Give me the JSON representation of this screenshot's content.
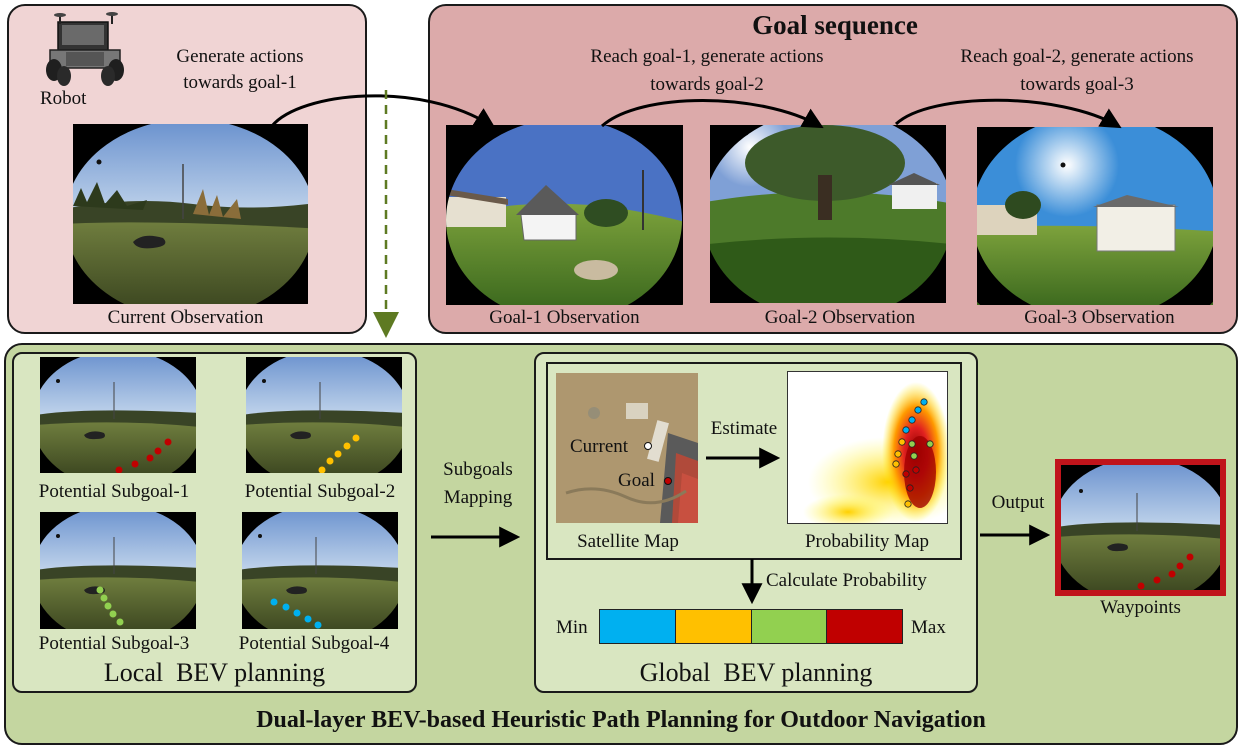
{
  "top_left": {
    "robot_label": "Robot",
    "generate_line1": "Generate actions",
    "generate_line2": "towards goal-1",
    "current_observation": "Current Observation"
  },
  "goal_sequence": {
    "title": "Goal sequence",
    "reach1_line1": "Reach goal-1, generate actions",
    "reach1_line2": "towards goal-2",
    "reach2_line1": "Reach goal-2, generate actions",
    "reach2_line2": "towards goal-3",
    "goal1_obs": "Goal-1 Observation",
    "goal2_obs": "Goal-2 Observation",
    "goal3_obs": "Goal-3 Observation"
  },
  "local": {
    "sub1": "Potential Subgoal-1",
    "sub2": "Potential Subgoal-2",
    "sub3": "Potential Subgoal-3",
    "sub4": "Potential Subgoal-4",
    "title": "Local  BEV planning"
  },
  "mapping": {
    "line1": "Subgoals",
    "line2": "Mapping"
  },
  "global": {
    "current": "Current",
    "goal": "Goal",
    "estimate": "Estimate",
    "satellite": "Satellite Map",
    "probability": "Probability Map",
    "calc": "Calculate Probability",
    "min": "Min",
    "max": "Max",
    "title": "Global  BEV planning"
  },
  "output": {
    "label": "Output",
    "waypoints": "Waypoints"
  },
  "bottom_title": "Dual-layer BEV-based Heuristic Path Planning for Outdoor Navigation",
  "colors": {
    "pink_panel": "#f0d4d4",
    "goal_panel": "#dcaaaa",
    "green_panel": "#c4d6a0",
    "green_inner": "#d9e6c1",
    "scale_blue": "#00b0f0",
    "scale_yellow": "#ffc000",
    "scale_green": "#92d050",
    "scale_red": "#c00000",
    "waypoint_frame": "#c0141b"
  }
}
